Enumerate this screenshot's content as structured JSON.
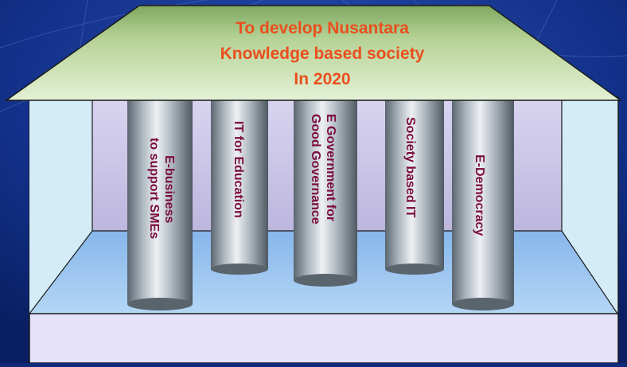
{
  "colors": {
    "background": "#0f2a78",
    "roof_fill": "#dcedc8",
    "roof_title": "#ea4f1e",
    "pillar_text": "#7a0c3e",
    "base_fill": "#e6e2fb",
    "room_back": "#cfc9e9",
    "room_floor": "#9ec8f2",
    "side_wall": "#d4ecf8"
  },
  "roof": {
    "line1": "To develop Nusantara",
    "line2": "Knowledge based society",
    "line3": "In  2020"
  },
  "pillars": [
    {
      "line1": "E-business",
      "line2": "to support SMEs"
    },
    {
      "line1": "IT for Education",
      "line2": ""
    },
    {
      "line1": "E Government for",
      "line2": "Good Governance"
    },
    {
      "line1": "Society based IT",
      "line2": ""
    },
    {
      "line1": "E-Democracy",
      "line2": ""
    }
  ]
}
